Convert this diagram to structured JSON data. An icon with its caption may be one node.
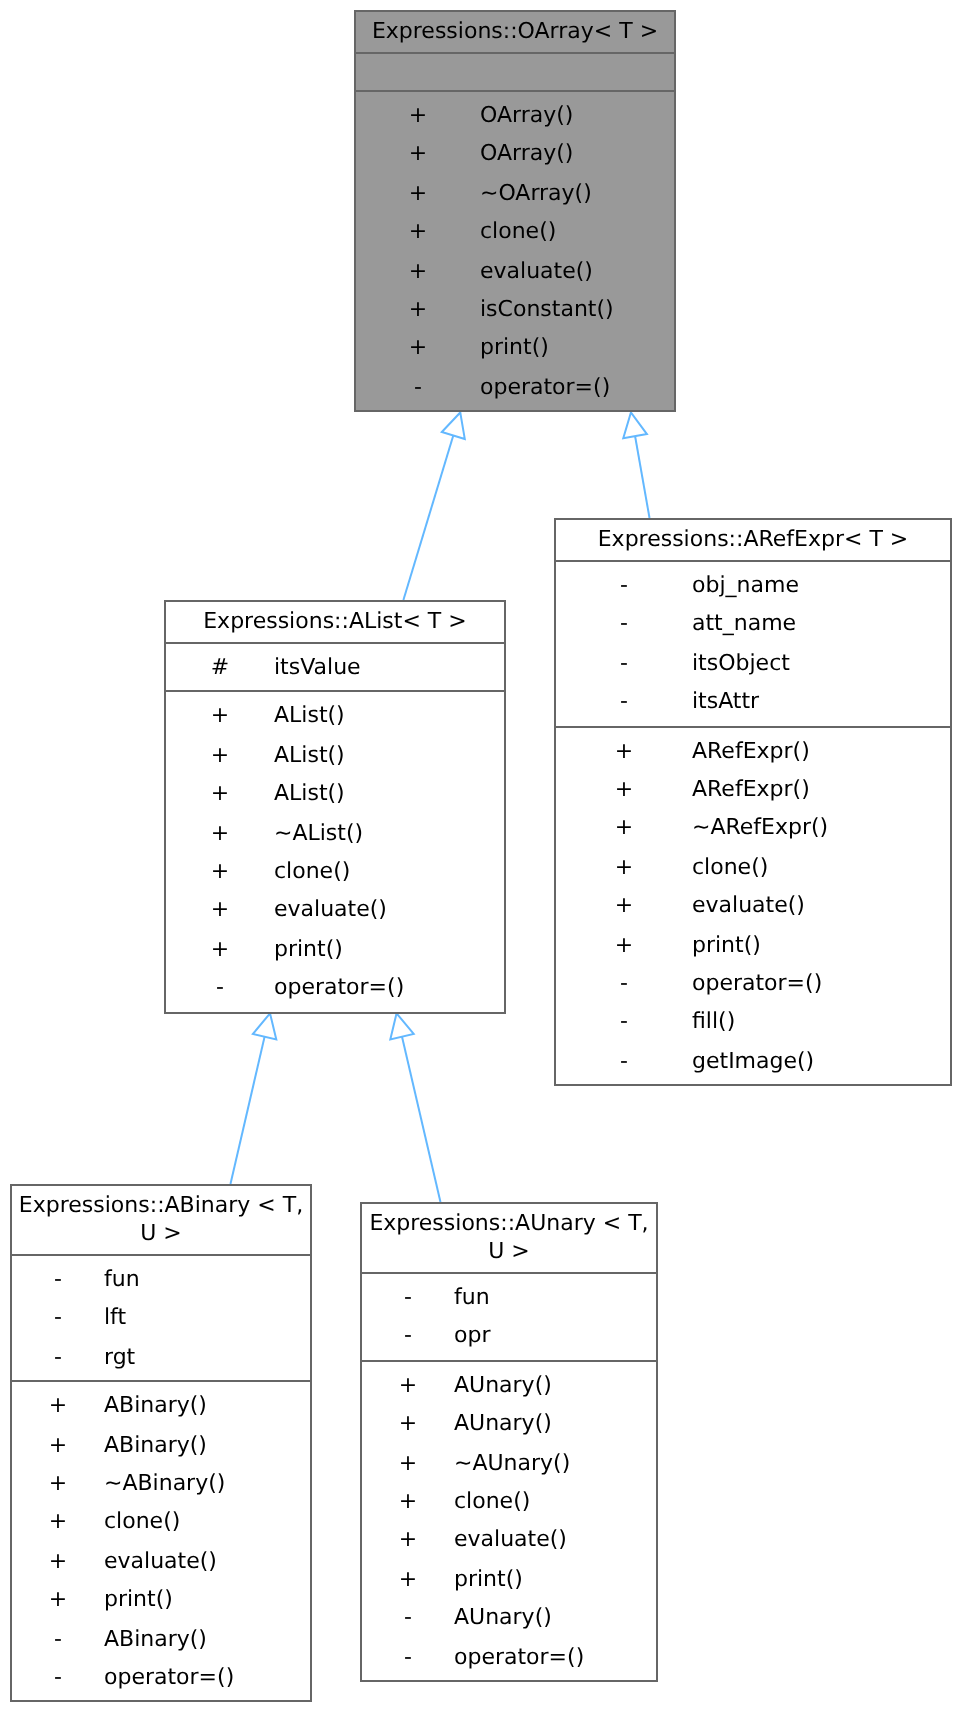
{
  "diagram": {
    "nodes": [
      {
        "text": [
          "Expressions::OArray< T >"
        ]
      },
      {
        "text": [],
        "shape": "box",
        "in": 0
      },
      {
        "text": [
          "+ OArray()",
          "+ OArray()",
          "+ ~OArray()",
          "+ clone()",
          "+ evaluate()",
          "+ isConstant()",
          "+ print()",
          "- operator=()"
        ],
        "in": 0
      },
      {
        "text": [
          "Expressions::AList< T >"
        ]
      },
      {
        "text": [
          "# itsValue"
        ],
        "in": 3
      },
      {
        "text": [
          "+ AList()",
          "+ AList()",
          "+ AList()",
          "+ ~AList()",
          "+ clone()",
          "+ evaluate()",
          "+ print()",
          "- operator=()"
        ],
        "in": 3
      },
      {
        "text": [
          "Expressions::ARefExpr< T >"
        ]
      },
      {
        "text": [
          "- obj_name",
          "- att_name",
          "- itsObject",
          "- itsAttr"
        ],
        "in": 6
      },
      {
        "text": [
          "+ ARefExpr()",
          "+ ARefExpr()",
          "+ ~ARefExpr()",
          "+ clone()",
          "+ evaluate()",
          "+ print()",
          "- operator=()",
          "- fill()",
          "- getImage()"
        ],
        "in": 6
      },
      {
        "text": [
          "Expressions::ABinary < T, U >"
        ]
      },
      {
        "text": [
          "- fun",
          "- lft",
          "- rgt"
        ],
        "in": 9
      },
      {
        "text": [
          "+ ABinary()",
          "+ ABinary()",
          "+ ~ABinary()",
          "+ clone()",
          "+ evaluate()",
          "+ print()",
          "- ABinary()",
          "- operator=()"
        ],
        "in": 9
      },
      {
        "text": [
          "Expressions::AUnary < T, U >"
        ]
      },
      {
        "text": [
          "- fun",
          "- opr"
        ],
        "in": 12
      },
      {
        "text": [
          "+ AUnary()",
          "+ AUnary()",
          "+ ~AUnary()",
          "+ clone()",
          "+ evaluate()",
          "+ print()",
          "- AUnary()",
          "- operator=()"
        ],
        "in": 12
      }
    ],
    "edges": [
      {
        "from": 3,
        "to": 0,
        "arrow": "to"
      },
      {
        "from": 6,
        "to": 0,
        "arrow": "to"
      },
      {
        "from": 9,
        "to": 3,
        "arrow": "to"
      },
      {
        "from": 12,
        "to": 3,
        "arrow": "to"
      }
    ]
  }
}
